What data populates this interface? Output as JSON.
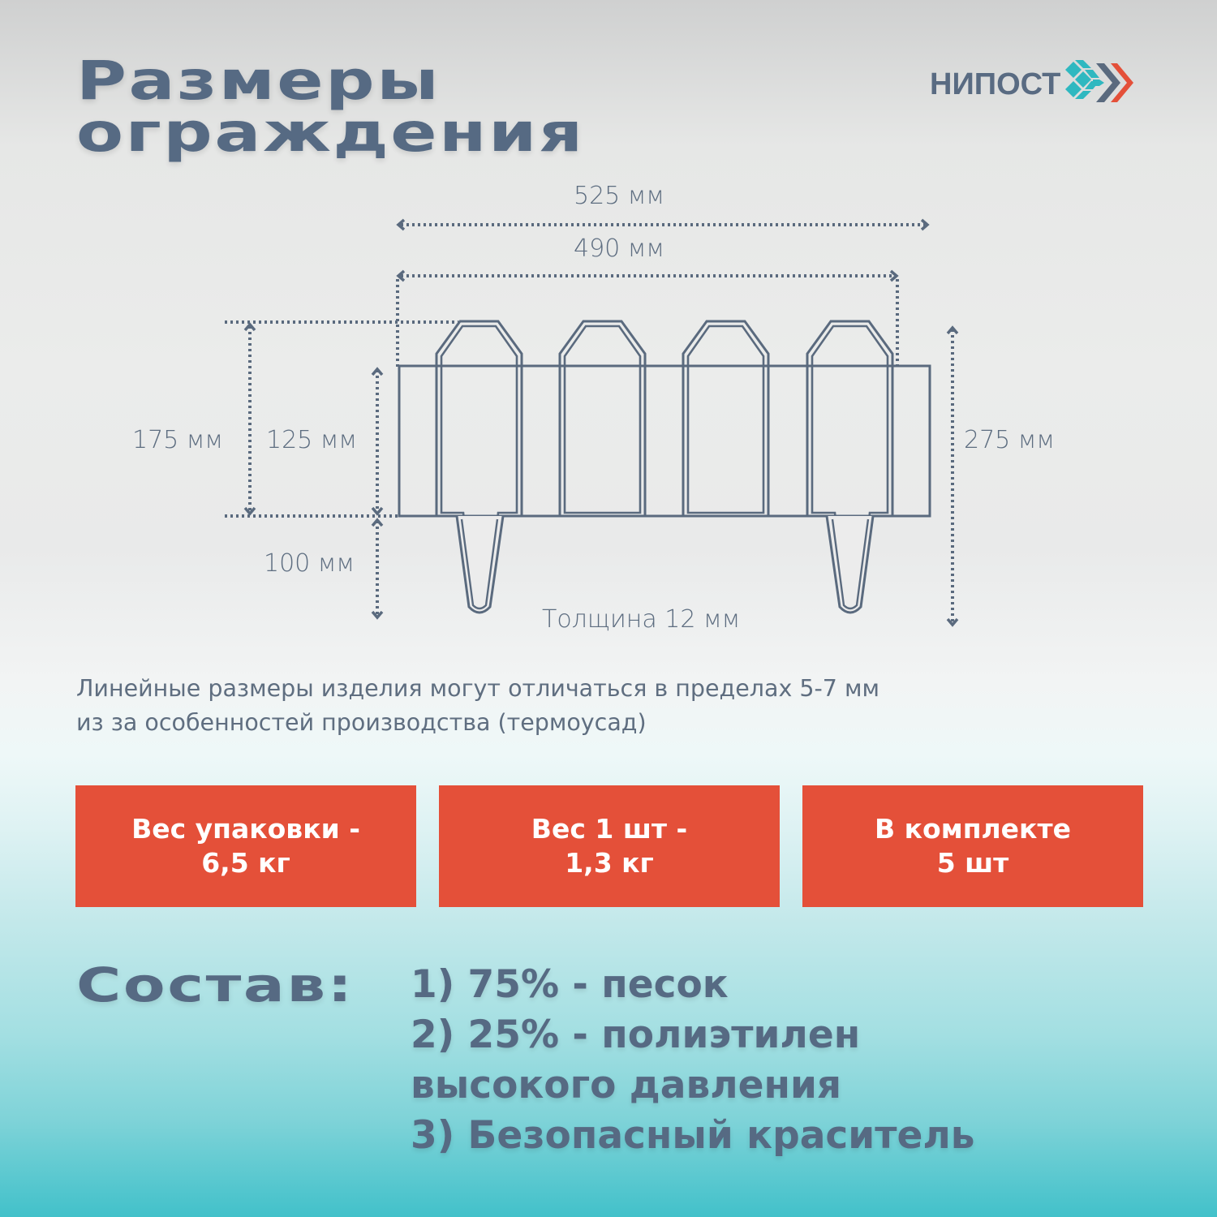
{
  "header": {
    "title_line1": "Размеры",
    "title_line2": "ограждения",
    "logo_text": "НИПОСТ",
    "logo_icon": "chevron-bricks-logo-icon"
  },
  "diagram": {
    "width_total": "525 мм",
    "width_inner": "490 мм",
    "height_picket": "175 мм",
    "height_panel": "125 мм",
    "height_spike": "100 мм",
    "height_total": "275 мм",
    "thickness": "Толщина 12 мм",
    "line_color": "#5a6a7e"
  },
  "note": {
    "line1": "Линейные размеры изделия могут отличаться в пределах 5-7 мм",
    "line2": "из за особенностей производства (термоусад)"
  },
  "cards": [
    {
      "line1": "Вес упаковки -",
      "line2": "6,5 кг"
    },
    {
      "line1": "Вес 1 шт -",
      "line2": "1,3 кг"
    },
    {
      "line1": "В комплекте",
      "line2": "5 шт"
    }
  ],
  "composition": {
    "title": "Состав:",
    "items": [
      "1) 75% - песок",
      "2) 25% - полиэтилен",
      "высокого давления",
      "3) Безопасный краситель"
    ]
  },
  "colors": {
    "accent_red": "#e45039",
    "text_slate": "#566a83",
    "logo_teal": "#2fb8c0",
    "bottom_teal": "#42c1ca"
  }
}
